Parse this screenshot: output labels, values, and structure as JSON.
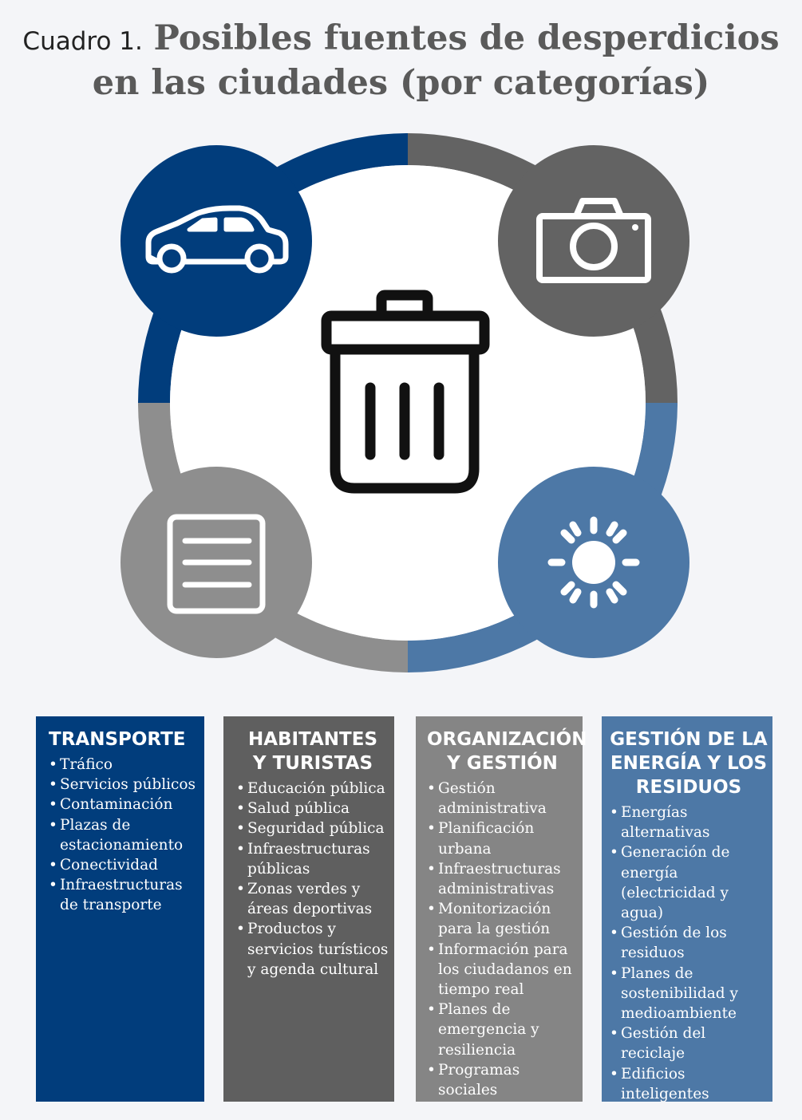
{
  "title": {
    "prefix": "Cuadro 1.",
    "line1": "Posibles fuentes de desperdicios",
    "line2": "en las ciudades (por categorías)"
  },
  "colors": {
    "transporte": "#013d7c",
    "habitantes": "#5f5f5f",
    "organizacion": "#858585",
    "energia": "#4d78a6"
  },
  "icons": {
    "top_left": "car-icon",
    "top_right": "camera-icon",
    "bottom_left": "document-icon",
    "bottom_right": "sun-icon",
    "center": "trash-can-icon"
  },
  "columns": [
    {
      "heading_lines": [
        "TRANSPORTE"
      ],
      "items": [
        "Tráfico",
        "Servicios públicos",
        "Contaminación",
        "Plazas de estacionamiento",
        "Conectividad",
        "Infraestructuras de transporte"
      ]
    },
    {
      "heading_lines": [
        "HABITANTES",
        "Y TURISTAS"
      ],
      "items": [
        "Educación pública",
        "Salud pública",
        "Seguridad pública",
        "Infraestructuras públicas",
        "Zonas verdes y áreas deportivas",
        "Productos y servicios turísticos y agenda cultural"
      ]
    },
    {
      "heading_lines": [
        "ORGANIZACIÓN",
        "Y GESTIÓN"
      ],
      "items": [
        "Gestión administrativa",
        "Planificación urbana",
        "Infraestructuras administrativas",
        "Monitorización para la gestión",
        "Información para los ciudadanos en tiempo real",
        "Planes de emergencia y resiliencia",
        "Programas sociales"
      ]
    },
    {
      "heading_lines": [
        "GESTIÓN DE LA",
        "ENERGÍA Y LOS",
        "RESIDUOS"
      ],
      "items": [
        "Energías alternativas",
        "Generación de energía (electricidad y agua)",
        "Gestión de los residuos",
        "Planes de sostenibilidad y medioambiente",
        "Gestión del reciclaje",
        "Edificios inteligentes"
      ]
    }
  ]
}
